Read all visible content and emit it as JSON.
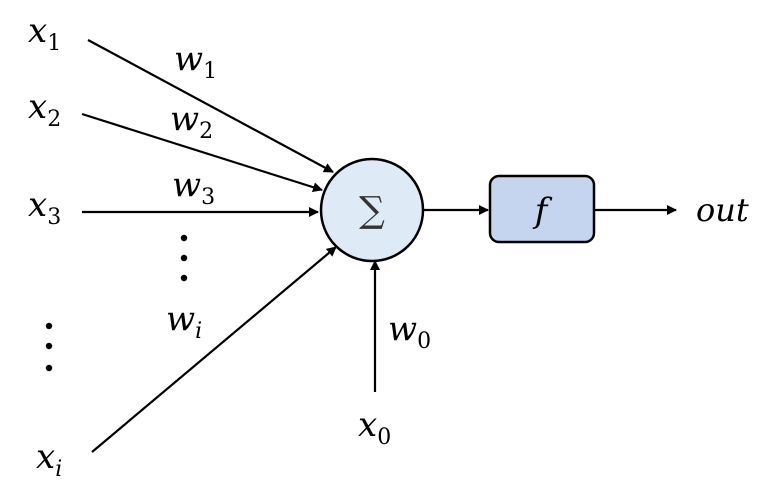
{
  "inputs": [
    {
      "base": "x",
      "sub": "1"
    },
    {
      "base": "x",
      "sub": "2"
    },
    {
      "base": "x",
      "sub": "3"
    },
    {
      "base": "x",
      "sub": "i"
    },
    {
      "base": "x",
      "sub": "0"
    }
  ],
  "weights": [
    {
      "base": "w",
      "sub": "1"
    },
    {
      "base": "w",
      "sub": "2"
    },
    {
      "base": "w",
      "sub": "3"
    },
    {
      "base": "w",
      "sub": "i"
    },
    {
      "base": "w",
      "sub": "0"
    }
  ],
  "summation": {
    "symbol": "∑",
    "fill": "#deebf7"
  },
  "activation": {
    "symbol": "f",
    "fill": "#c5d5ef"
  },
  "output": {
    "label": "out"
  }
}
